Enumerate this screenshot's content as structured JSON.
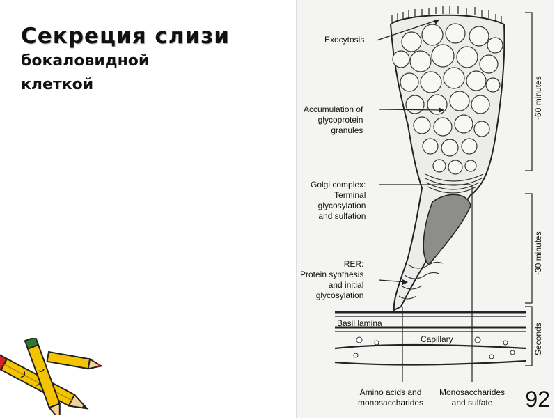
{
  "title": {
    "line1": "Секреция слизи",
    "line2": "бокаловидной",
    "line3": "клеткой"
  },
  "figure": {
    "labels": {
      "exocytosis": "Exocytosis",
      "accumulation": "Accumulation of\nglycoprotein\ngranules",
      "golgi": "Golgi complex:\nTerminal\nglycosylation\nand sulfation",
      "rer": "RER:\nProtein synthesis\nand initial\nglycosylation",
      "basil_lamina": "Basil lamina",
      "capillary": "Capillary",
      "amino": "Amino acids and\nmonosaccharides",
      "monosaccharides": "Monosaccharides\nand sulfate"
    },
    "time_labels": {
      "t60": "~60 minutes",
      "t30": "~30 minutes",
      "seconds": "Seconds"
    }
  },
  "page_number": "92",
  "colors": {
    "pencil_yellow": "#f5c400",
    "pencil_red": "#d81f26",
    "pencil_green": "#2c7a2c"
  },
  "icons": {
    "pencils": "pencils-icon"
  }
}
